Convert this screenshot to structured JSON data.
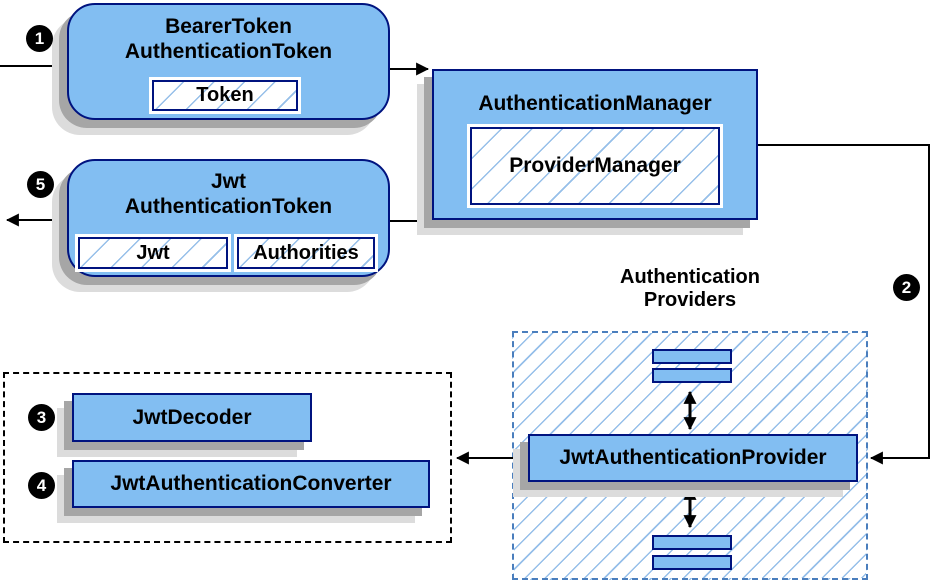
{
  "colors": {
    "node_fill": "#82bef2",
    "node_border": "#00137f",
    "hatch_line": "#96bfe9",
    "dashed_blue": "#4a7ebd",
    "shadow_dark": "#a6a6a6",
    "shadow_light": "#dcdcdc",
    "connector": "#000000",
    "badge_bg": "#000000",
    "badge_text": "#ffffff"
  },
  "badges": {
    "step1": "1",
    "step2": "2",
    "step3": "3",
    "step4": "4",
    "step5": "5"
  },
  "nodes": {
    "bearer_token": {
      "title": [
        "BearerToken",
        "AuthenticationToken"
      ],
      "chips": [
        "Token"
      ]
    },
    "auth_manager": {
      "title": [
        "AuthenticationManager"
      ],
      "chips": [
        "ProviderManager"
      ]
    },
    "jwt_token": {
      "title": [
        "Jwt",
        "AuthenticationToken"
      ],
      "chips": [
        "Jwt",
        "Authorities"
      ]
    },
    "jwt_provider": {
      "title": [
        "JwtAuthenticationProvider"
      ]
    },
    "jwt_decoder": {
      "title": [
        "JwtDecoder"
      ]
    },
    "jwt_converter": {
      "title": [
        "JwtAuthenticationConverter"
      ]
    }
  },
  "groups": {
    "providers": {
      "title": [
        "Authentication",
        "Providers"
      ]
    }
  }
}
